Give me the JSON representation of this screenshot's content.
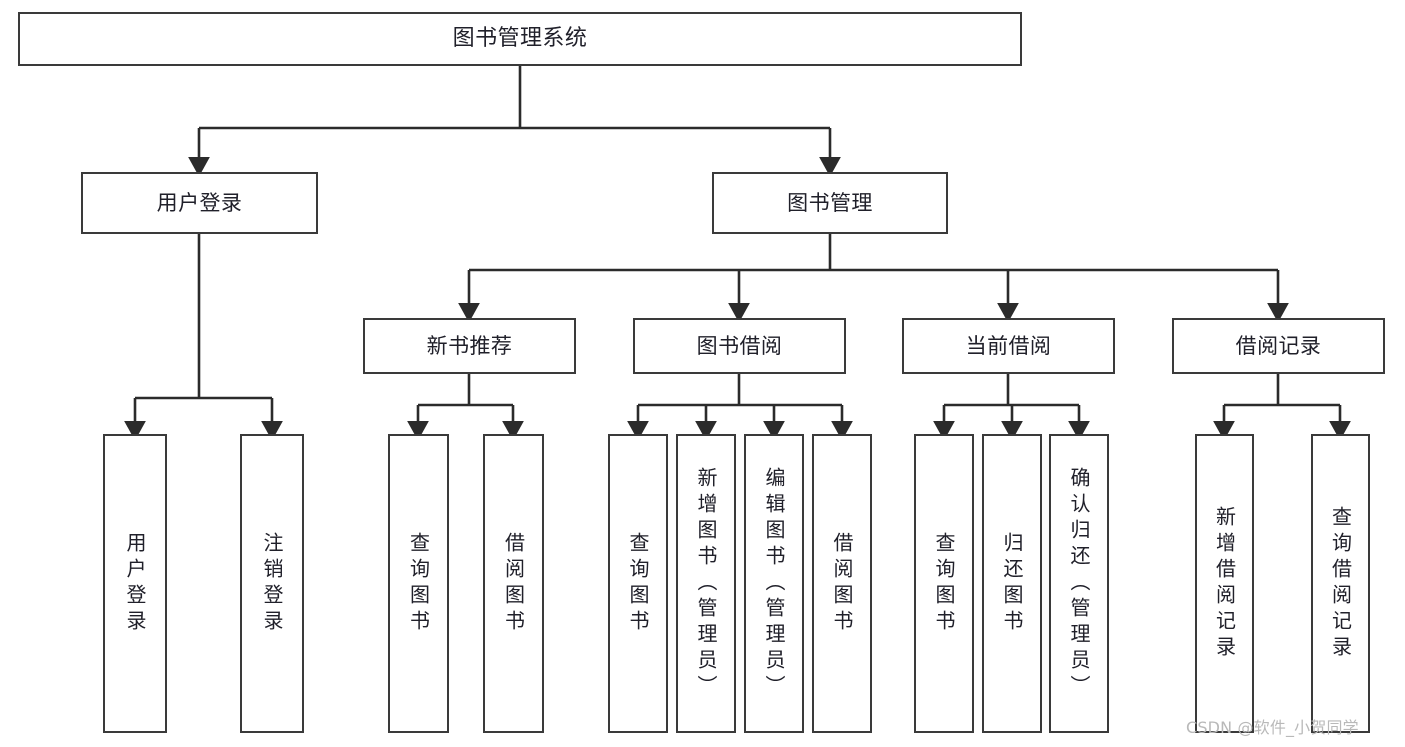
{
  "diagram": {
    "title": "图书管理系统",
    "type": "hierarchy-tree",
    "watermark": "CSDN @软件_小贺同学",
    "colors": {
      "background": "#ffffff",
      "box_border": "#3a3a3a",
      "connector": "#2b2b2b",
      "text": "#20202a",
      "watermark": "#b9b9b9"
    },
    "nodes": {
      "root": {
        "label": "图书管理系统"
      },
      "level1": [
        {
          "label": "用户登录"
        },
        {
          "label": "图书管理"
        }
      ],
      "level2": [
        {
          "label": "新书推荐"
        },
        {
          "label": "图书借阅"
        },
        {
          "label": "当前借阅"
        },
        {
          "label": "借阅记录"
        }
      ],
      "leaves_user_login": [
        {
          "label": "用户登录"
        },
        {
          "label": "注销登录"
        }
      ],
      "leaves_new_book": [
        {
          "label": "查询图书"
        },
        {
          "label": "借阅图书"
        }
      ],
      "leaves_borrow": [
        {
          "label": "查询图书"
        },
        {
          "label": "新增图书（管理员）"
        },
        {
          "label": "编辑图书（管理员）"
        },
        {
          "label": "借阅图书"
        }
      ],
      "leaves_current": [
        {
          "label": "查询图书"
        },
        {
          "label": "归还图书"
        },
        {
          "label": "确认归还（管理员）"
        }
      ],
      "leaves_records": [
        {
          "label": "新增借阅记录"
        },
        {
          "label": "查询借阅记录"
        }
      ]
    }
  }
}
